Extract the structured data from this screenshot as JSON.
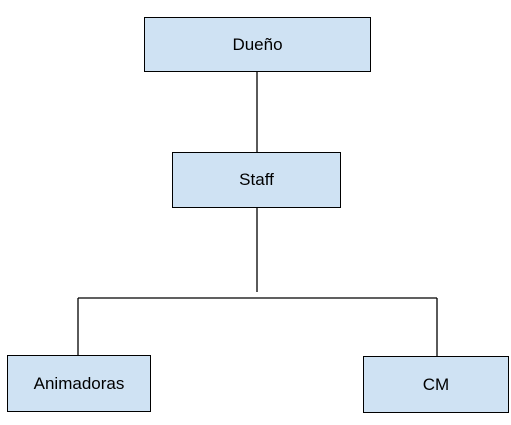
{
  "diagram": {
    "type": "org-chart",
    "colors": {
      "node_fill": "#cfe2f3",
      "node_border": "#000000",
      "connector": "#000000",
      "text": "#000000"
    },
    "nodes": {
      "owner": {
        "label": "Dueño"
      },
      "staff": {
        "label": "Staff"
      },
      "animadoras": {
        "label": "Animadoras"
      },
      "cm": {
        "label": "CM"
      }
    },
    "edges": [
      {
        "from": "owner",
        "to": "staff"
      },
      {
        "from": "staff",
        "to": "animadoras"
      },
      {
        "from": "staff",
        "to": "cm"
      }
    ]
  }
}
